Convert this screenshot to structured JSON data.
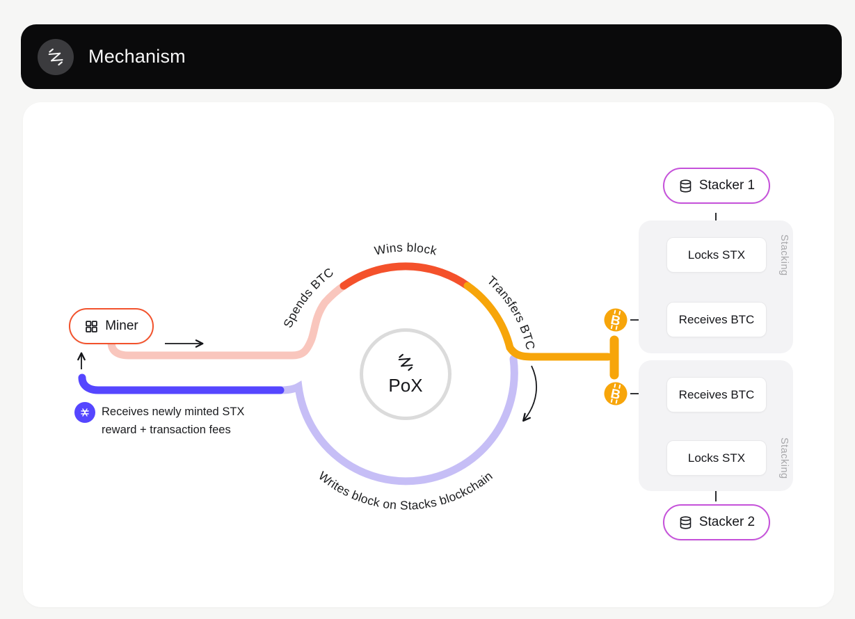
{
  "header": {
    "title": "Mechanism"
  },
  "diagram": {
    "miner": {
      "label": "Miner"
    },
    "center": {
      "label": "PoX"
    },
    "labels": {
      "spends": "Spends BTC",
      "wins": "Wins block",
      "transfers": "Transfers BTC",
      "writes": "Writes block on Stacks blockchain"
    },
    "note": {
      "line1": "Receives newly minted STX",
      "line2": "reward + transaction fees"
    },
    "stacker1": {
      "label": "Stacker 1",
      "box_top": "Locks STX",
      "box_bottom": "Receives BTC",
      "side_label": "Stacking"
    },
    "stacker2": {
      "label": "Stacker 2",
      "box_top": "Receives BTC",
      "box_bottom": "Locks STX",
      "side_label": "Stacking"
    }
  },
  "icons": {
    "bitcoin_symbol": "B"
  },
  "colors": {
    "accent_indigo": "#5546FF",
    "arc_pink": "#F9C6BD",
    "arc_red": "#F4512B",
    "arc_amber": "#F7A50A",
    "arc_lavender": "#C6BEF6",
    "miner_border": "#F2522C",
    "stacker_border": "#C551DA",
    "btc_orange": "#F7A50A"
  }
}
